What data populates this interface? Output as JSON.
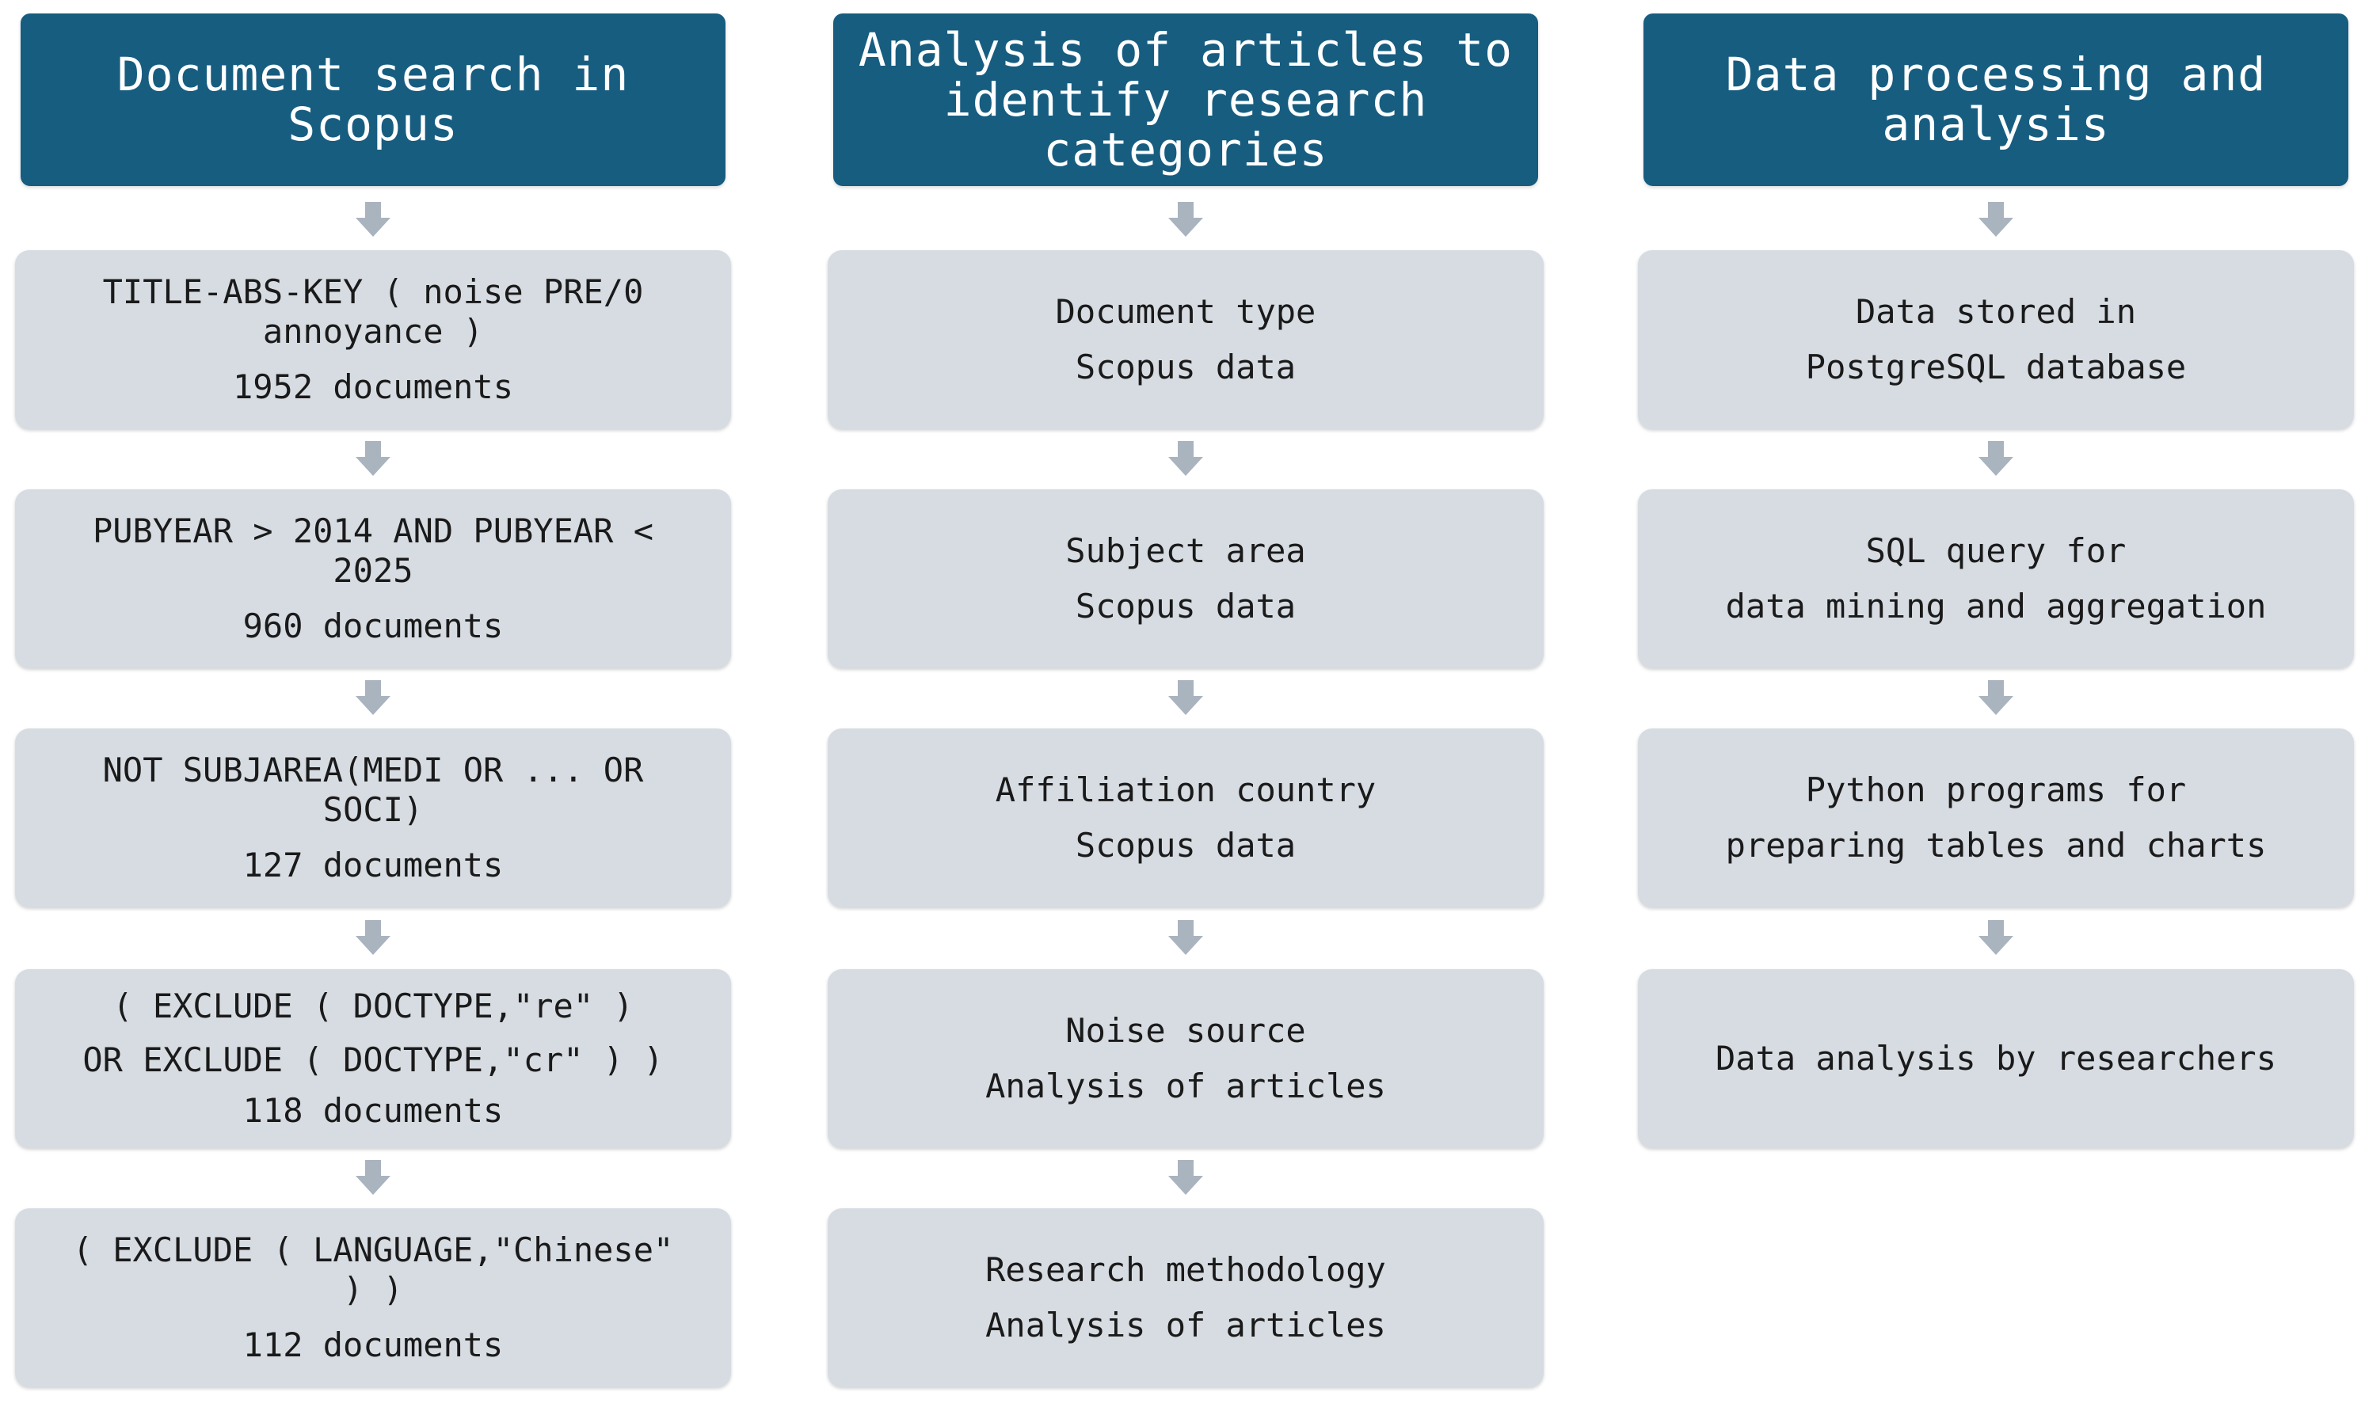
{
  "columns": [
    {
      "header": [
        "Document search in",
        "Scopus"
      ],
      "boxes": [
        {
          "lines": [
            "TITLE-ABS-KEY ( noise PRE/0",
            "annoyance )"
          ],
          "count": "1952 documents"
        },
        {
          "lines": [
            "PUBYEAR > 2014 AND PUBYEAR <",
            "2025"
          ],
          "count": "960 documents"
        },
        {
          "lines": [
            "NOT SUBJAREA(MEDI OR ... OR",
            "SOCI)"
          ],
          "count": "127 documents"
        },
        {
          "lines": [
            "( EXCLUDE ( DOCTYPE,\"re\" )",
            "OR EXCLUDE ( DOCTYPE,\"cr\" ) )"
          ],
          "count": "118 documents"
        },
        {
          "lines": [
            "( EXCLUDE ( LANGUAGE,\"Chinese\"",
            ") )"
          ],
          "count": "112 documents"
        }
      ]
    },
    {
      "header": [
        "Analysis of articles to",
        "identify research",
        "categories"
      ],
      "boxes": [
        {
          "lines": [
            "Document type",
            "Scopus data"
          ]
        },
        {
          "lines": [
            "Subject area",
            "Scopus data"
          ]
        },
        {
          "lines": [
            "Affiliation country",
            "Scopus data"
          ]
        },
        {
          "lines": [
            "Noise source",
            "Analysis of articles"
          ]
        },
        {
          "lines": [
            "Research methodology",
            "Analysis of articles"
          ]
        }
      ]
    },
    {
      "header": [
        "Data processing and",
        "analysis"
      ],
      "boxes": [
        {
          "lines": [
            "Data stored in",
            "PostgreSQL database"
          ]
        },
        {
          "lines": [
            "SQL query for",
            "data mining and aggregation"
          ]
        },
        {
          "lines": [
            "Python programs for",
            "preparing tables and charts"
          ]
        },
        {
          "lines": [
            "Data analysis by researchers"
          ]
        }
      ]
    }
  ],
  "colors": {
    "header_bg": "#175d80",
    "header_text": "#ffffff",
    "box_bg": "#d6dce2",
    "arrow": "#aab4bf"
  }
}
